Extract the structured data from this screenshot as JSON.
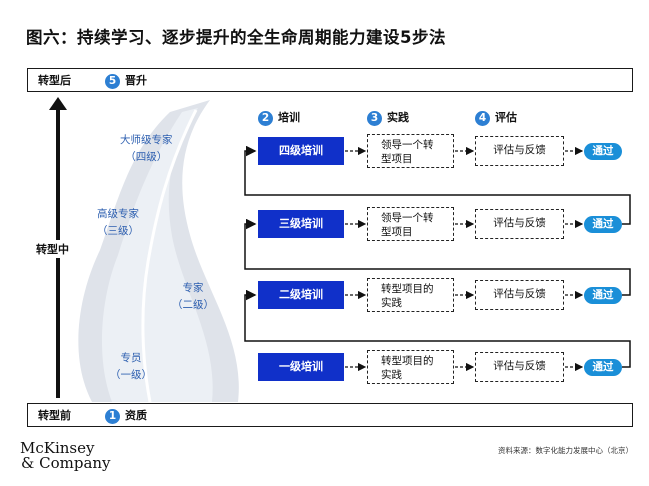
{
  "title": "图六：持续学习、逐步提升的全生命周期能力建设5步法",
  "bars": {
    "top": {
      "label": "转型后",
      "step_num": "5",
      "step_label": "晋升"
    },
    "bottom": {
      "label": "转型前",
      "step_num": "1",
      "step_label": "资质"
    }
  },
  "middle_label": "转型中",
  "columns": [
    {
      "num": "2",
      "label": "培训"
    },
    {
      "num": "3",
      "label": "实践"
    },
    {
      "num": "4",
      "label": "评估"
    }
  ],
  "levels": [
    {
      "line1": "大师级专家",
      "line2": "（四级）"
    },
    {
      "line1": "高级专家",
      "line2": "（三级）"
    },
    {
      "line1": "专家",
      "line2": "（二级）"
    },
    {
      "line1": "专员",
      "line2": "（一级）"
    }
  ],
  "rows": [
    {
      "training": "四级培训",
      "practice_line1": "领导一个转",
      "practice_line2": "型项目",
      "evaluation": "评估与反馈",
      "pass": "通过"
    },
    {
      "training": "三级培训",
      "practice_line1": "领导一个转",
      "practice_line2": "型项目",
      "evaluation": "评估与反馈",
      "pass": "通过"
    },
    {
      "training": "二级培训",
      "practice_line1": "转型项目的",
      "practice_line2": "实践",
      "evaluation": "评估与反馈",
      "pass": "通过"
    },
    {
      "training": "一级培训",
      "practice_line1": "转型项目的",
      "practice_line2": "实践",
      "evaluation": "评估与反馈",
      "pass": "通过"
    }
  ],
  "logo_line1": "McKinsey",
  "logo_line2": "& Company",
  "source": "资料来源：数字化能力发展中心（北京）",
  "colors": {
    "training_box": "#1030c9",
    "pass_pill": "#1a8fd8",
    "step_circle": "#2d7fd3",
    "level_text": "#2d5fb0",
    "road": "#dfe3ea"
  }
}
